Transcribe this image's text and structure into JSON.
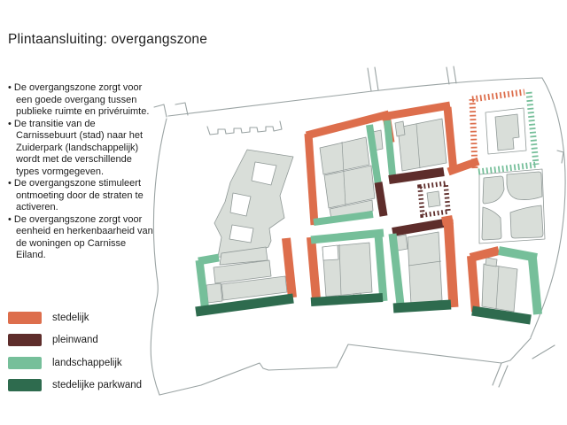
{
  "title": "Plintaansluiting: overgangszone",
  "description": {
    "bullets": [
      "De overgangszone zorgt voor een goede overgang tussen publieke ruimte en privéruimte.",
      "De transitie van de Carnissebuurt (stad) naar het Zuiderpark (landschappelijk) wordt met de verschillende types vormgegeven.",
      "De overgangszone stimuleert ontmoeting door de straten te activeren.",
      "De overgangszone zorgt voor eenheid en herkenbaarheid van de woningen op Carnisse Eiland."
    ]
  },
  "legend": {
    "items": [
      {
        "label": "stedelijk",
        "color": "#dd6e4c"
      },
      {
        "label": "pleinwand",
        "color": "#5e2d2b"
      },
      {
        "label": "landschappelijk",
        "color": "#76bf9a"
      },
      {
        "label": "stedelijke parkwand",
        "color": "#2e6b4e"
      }
    ]
  },
  "colors": {
    "stedelijk": "#dd6e4c",
    "pleinwand": "#5e2d2b",
    "landschappelijk": "#76bf9a",
    "parkwand": "#2e6b4e",
    "building_fill": "#d9ded9",
    "building_stroke": "#8f9896",
    "street": "#9aa3a3",
    "text": "#1d1d1d",
    "background": "#ffffff"
  }
}
